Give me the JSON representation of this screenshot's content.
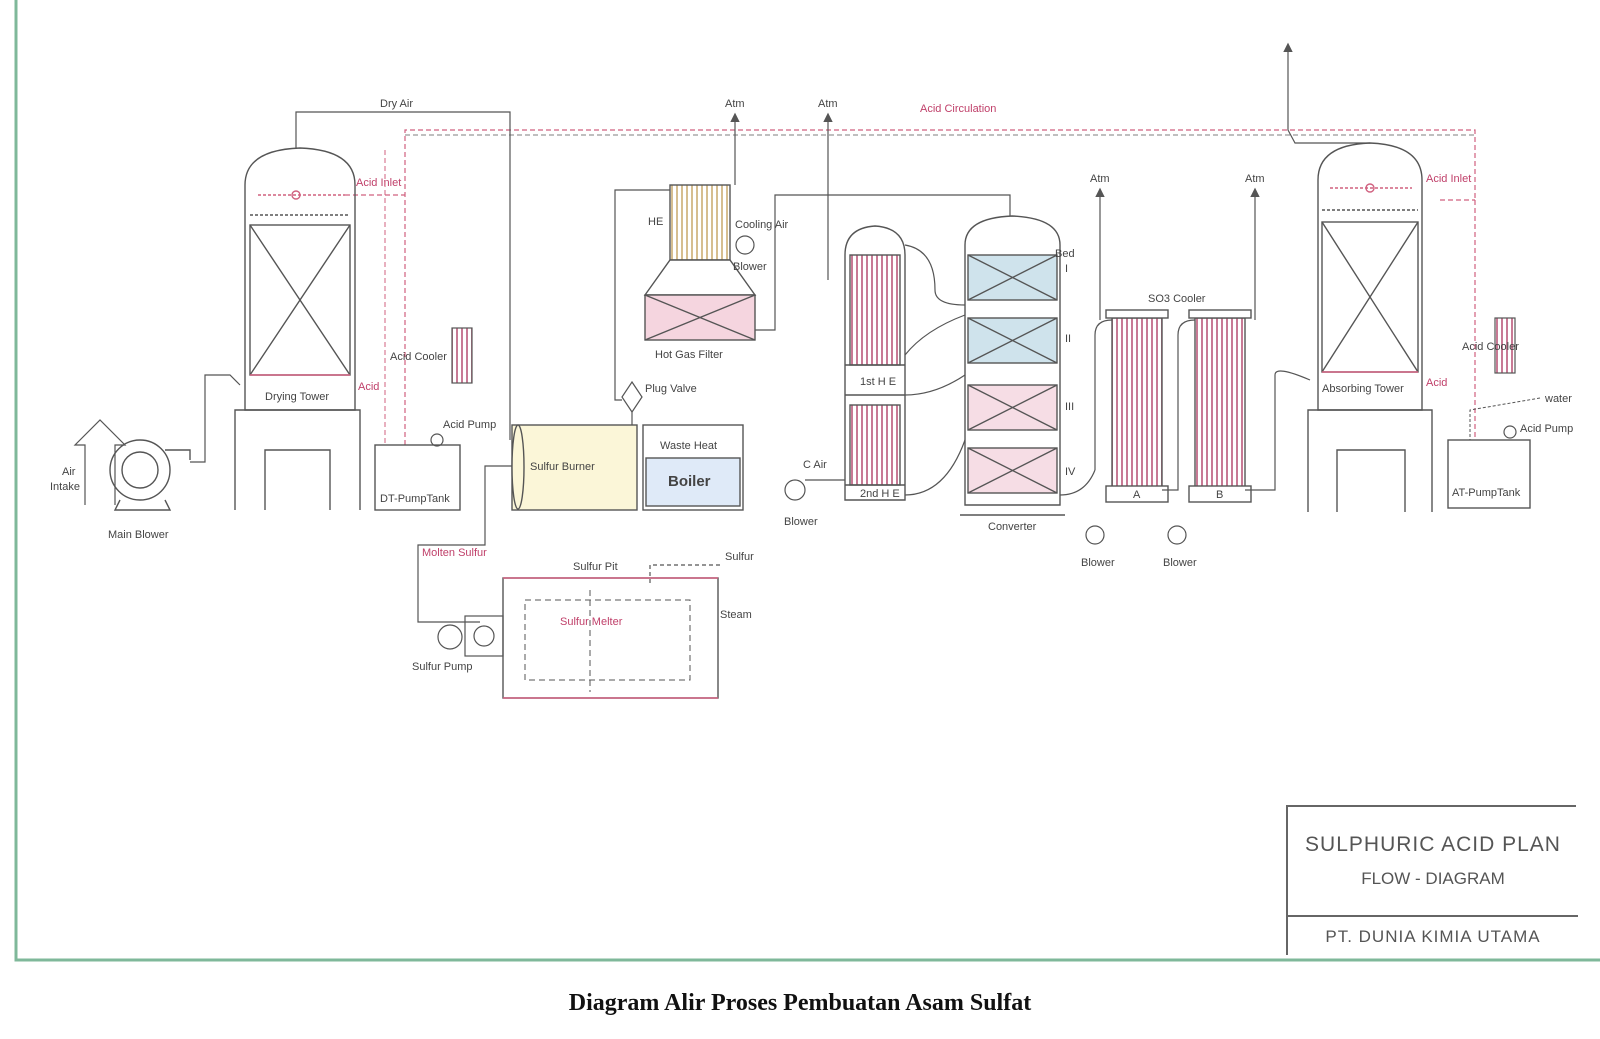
{
  "caption": "Diagram Alir Proses Pembuatan Asam Sulfat",
  "title_block": {
    "plant": "SULPHURIC ACID PLAN",
    "diagram": "FLOW - DIAGRAM",
    "company": "PT. DUNIA KIMIA UTAMA"
  },
  "labels": {
    "air_intake_1": "Air",
    "air_intake_2": "Intake",
    "main_blower": "Main Blower",
    "dry_air": "Dry Air",
    "acid_inlet_1": "Acid Inlet",
    "acid_1": "Acid",
    "drying_tower": "Drying Tower",
    "acid_cooler_1": "Acid Cooler",
    "acid_pump_1": "Acid Pump",
    "dt_pump_tank": "DT-PumpTank",
    "sulfur_burner": "Sulfur Burner",
    "waste_heat": "Waste Heat",
    "boiler": "Boiler",
    "plug_valve": "Plug Valve",
    "hot_gas_filter": "Hot Gas Filter",
    "he": "HE",
    "cooling_air": "Cooling Air",
    "blower_top": "Blower",
    "atm_1": "Atm",
    "atm_2": "Atm",
    "atm_3": "Atm",
    "atm_4": "Atm",
    "acid_circulation": "Acid Circulation",
    "he1": "1st H E",
    "he2": "2nd H E",
    "c_air": "C Air",
    "blower_he": "Blower",
    "converter": "Converter",
    "bed": "Bed",
    "bed_1": "I",
    "bed_2": "II",
    "bed_3": "III",
    "bed_4": "IV",
    "so3_cooler": "SO3 Cooler",
    "cooler_a": "A",
    "cooler_b": "B",
    "blower_a": "Blower",
    "blower_b": "Blower",
    "absorbing_tower": "Absorbing Tower",
    "acid_inlet_2": "Acid Inlet",
    "acid_2": "Acid",
    "acid_cooler_2": "Acid Cooler",
    "water": "water",
    "acid_pump_2": "Acid Pump",
    "at_pump_tank": "AT-PumpTank",
    "molten_sulfur": "Molten Sulfur",
    "sulfur_pit": "Sulfur Pit",
    "sulfur": "Sulfur",
    "sulfur_melter": "Sulfur Melter",
    "steam": "Steam",
    "sulfur_pump": "Sulfur Pump"
  },
  "colors": {
    "border": "#7fb89a",
    "line": "#555555",
    "acid": "#d0607f",
    "tube": "#c87a95",
    "pack_blue": "#9ec4d6",
    "pack_pink": "#e8a5b8",
    "burner_fill": "#fbf6d8",
    "boiler_fill": "#dfeaf8",
    "he_fill": "#f0e6c4"
  }
}
